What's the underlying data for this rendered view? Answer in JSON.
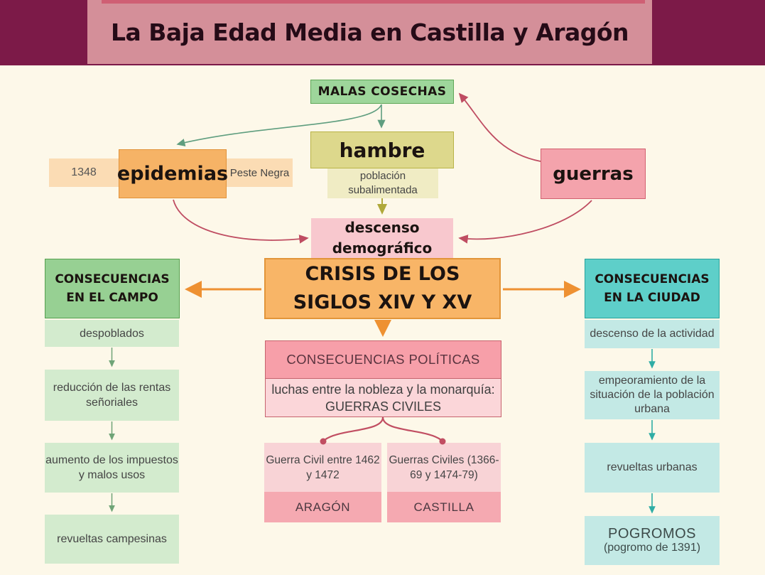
{
  "header": {
    "title": "La Baja Edad Media en Castilla y Aragón"
  },
  "causes": {
    "malas_cosechas": "MALAS COSECHAS",
    "hambre": "hambre",
    "poblacion_subalimentada": "población subalimentada",
    "year": "1348",
    "epidemias": "epidemias",
    "peste_negra": "Peste Negra",
    "guerras": "guerras",
    "descenso_demografico": "descenso demográfico"
  },
  "crisis": {
    "label": "CRISIS DE LOS SIGLOS XIV Y XV"
  },
  "campo": {
    "title": "CONSECUENCIAS EN EL CAMPO",
    "items": [
      "despoblados",
      "reducción de las rentas señoriales",
      "aumento de los impuestos y malos usos",
      "revueltas campesinas"
    ]
  },
  "ciudad": {
    "title": "CONSECUENCIAS EN LA CIUDAD",
    "items": [
      "descenso de la actividad",
      "empeoramiento de la situación de la población urbana",
      "revueltas urbanas"
    ],
    "pogromos": {
      "title": "POGROMOS",
      "subtitle": "(pogromo de 1391)"
    }
  },
  "politicas": {
    "title": "CONSECUENCIAS POLÍTICAS",
    "subtitle": "luchas entre la nobleza y la monarquía: GUERRAS CIVILES",
    "wars": [
      {
        "desc": "Guerra Civil entre 1462 y 1472",
        "region": "ARAGÓN"
      },
      {
        "desc": "Guerras Civiles (1366-69 y 1474-79)",
        "region": "CASTILLA"
      }
    ]
  },
  "colors": {
    "background": "#fdf8e9",
    "header_maroon": "#7c1a48",
    "header_pink": "#d48f99",
    "green_strong": "#97d093",
    "green_light": "#d3ebce",
    "yellow_olive": "#ddd88c",
    "yellow_pale": "#f0ecc4",
    "orange_strong": "#f8b567",
    "orange_pale": "#fbdcb4",
    "pink_strong": "#f4a3ac",
    "pink_pale": "#f8c8ce",
    "teal_strong": "#5ecfc9",
    "teal_light": "#c3e9e5",
    "arrow_crimson": "#bf4d62",
    "arrow_orange": "#ee9132",
    "arrow_green": "#5f9e7f",
    "arrow_teal": "#2fada5",
    "arrow_olive": "#b0a93a"
  }
}
